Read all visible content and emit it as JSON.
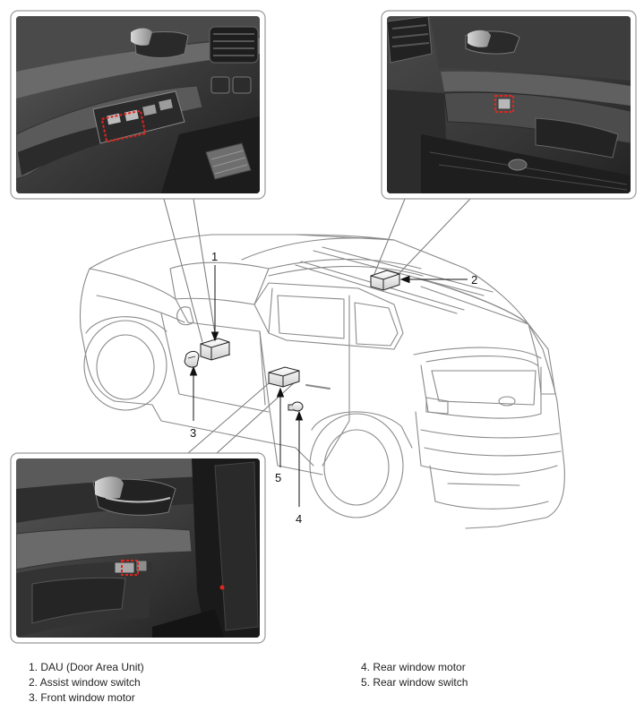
{
  "callouts": {
    "c1": "1",
    "c2": "2",
    "c3": "3",
    "c4": "4",
    "c5": "5"
  },
  "legend": {
    "left": [
      "1. DAU (Door Area Unit)",
      "2. Assist window switch",
      "3. Front window motor"
    ],
    "right": [
      "4. Rear window motor",
      "5. Rear window switch"
    ]
  },
  "colors": {
    "highlight": "#e0261e",
    "outline": "#8a8a8a",
    "photo_dark": "#2a2a2a"
  }
}
